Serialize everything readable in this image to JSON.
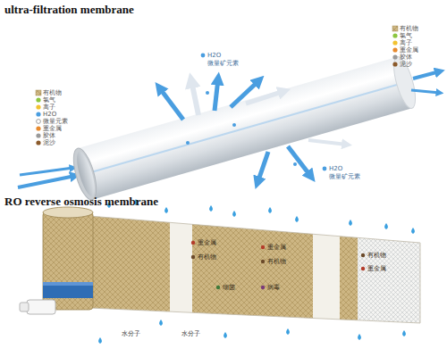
{
  "diagram": {
    "labels": [
      "ultra-filtration membrane",
      "RO reverse osmosis membrane",
      "有机物",
      "氯气",
      "离子",
      "H2O",
      "微量元素",
      "重金属",
      "胶体",
      "泥沙",
      "有机物",
      "氯气",
      "离子",
      "重金属",
      "胶体",
      "泥沙",
      "H2O",
      "微量矿元素",
      "H2O",
      "微量矿元素",
      "重金属",
      "有机物",
      "重金属",
      "有机物",
      "细菌",
      "病毒",
      "有机物",
      "重金属",
      "水分子",
      "水分子"
    ]
  }
}
